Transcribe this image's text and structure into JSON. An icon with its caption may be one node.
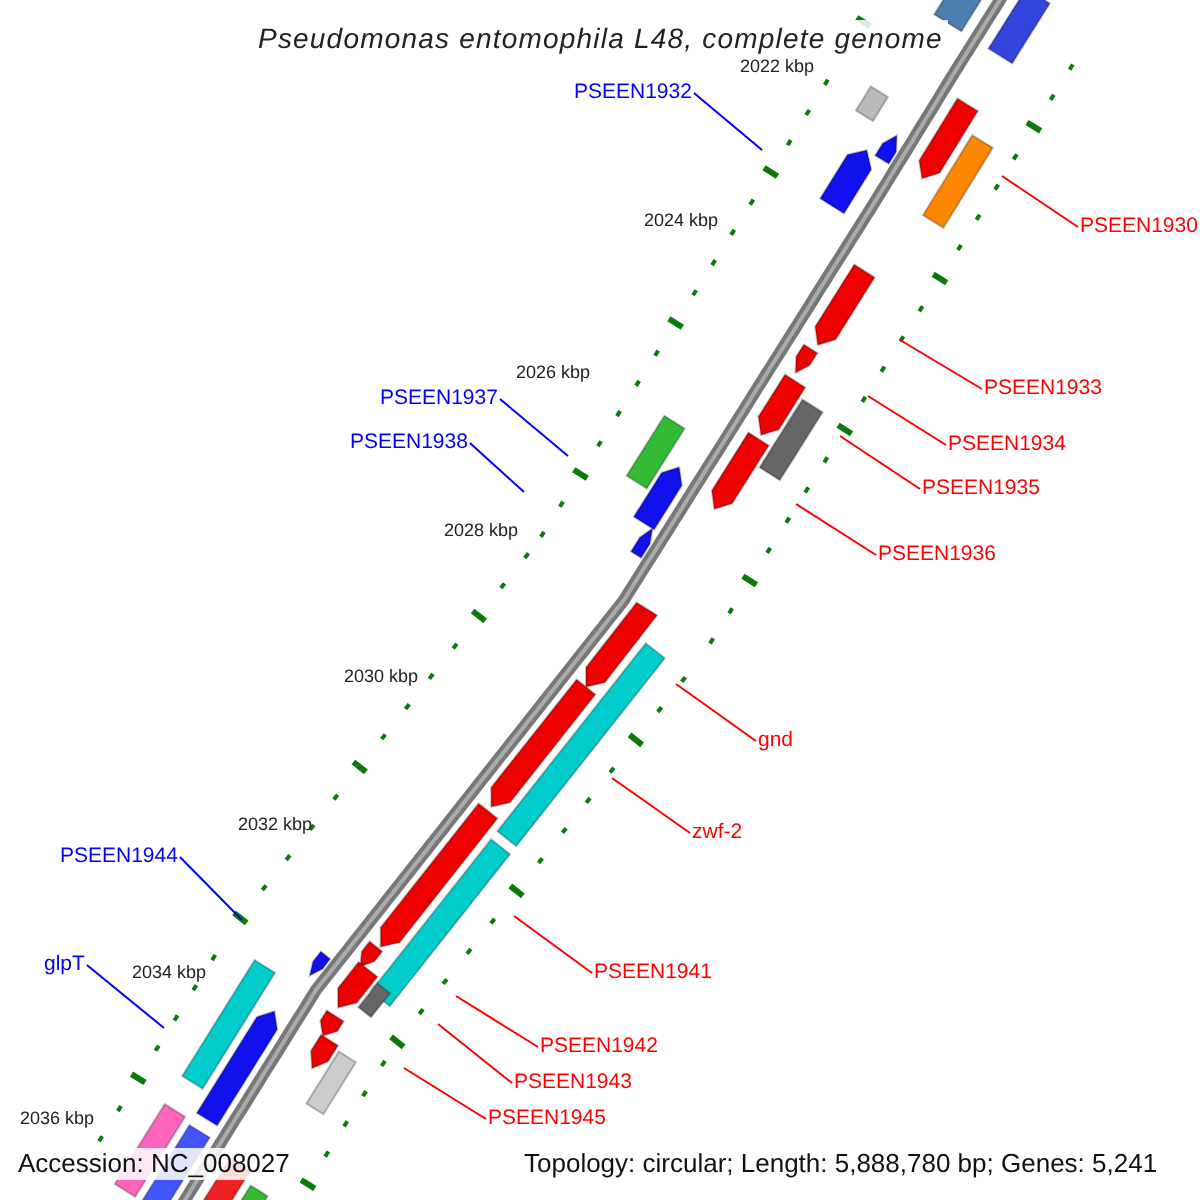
{
  "diagram": {
    "title": "Pseudomonas entomophila L48, complete genome",
    "nodes": [
      {
        "text": [
          "PSEEN1932"
        ]
      },
      {
        "text": [
          "PSEEN1930"
        ]
      },
      {
        "text": [
          "PSEEN1933"
        ]
      },
      {
        "text": [
          "PSEEN1937"
        ]
      },
      {
        "text": [
          "PSEEN1938"
        ]
      },
      {
        "text": [
          "PSEEN1934"
        ]
      },
      {
        "text": [
          "PSEEN1935"
        ]
      },
      {
        "text": [
          "PSEEN1936"
        ]
      },
      {
        "text": [
          "gnd"
        ]
      },
      {
        "text": [
          "zwf-2"
        ]
      },
      {
        "text": [
          "PSEEN1944"
        ]
      },
      {
        "text": [
          "glpT"
        ]
      },
      {
        "text": [
          "PSEEN1941"
        ]
      },
      {
        "text": [
          "PSEEN1942"
        ]
      },
      {
        "text": [
          "PSEEN1943"
        ]
      },
      {
        "text": [
          "PSEEN1945"
        ]
      }
    ],
    "edges": [
      {
        "from": 0,
        "to": null,
        "arrow": "none",
        "color": "#0000ff"
      },
      {
        "from": 1,
        "to": null,
        "arrow": "none"
      },
      {
        "from": 2,
        "to": null,
        "arrow": "none"
      },
      {
        "from": 3,
        "to": null,
        "arrow": "none",
        "color": "#0000ff"
      },
      {
        "from": 4,
        "to": null,
        "arrow": "none",
        "color": "#0000ff"
      },
      {
        "from": 5,
        "to": null,
        "arrow": "none"
      },
      {
        "from": 6,
        "to": null,
        "arrow": "none"
      },
      {
        "from": 7,
        "to": null,
        "arrow": "none"
      },
      {
        "from": 8,
        "to": null,
        "arrow": "none"
      },
      {
        "from": 9,
        "to": null,
        "arrow": "none"
      },
      {
        "from": 10,
        "to": null,
        "arrow": "none",
        "color": "#0000ff"
      },
      {
        "from": 11,
        "to": null,
        "arrow": "none",
        "color": "#0000ff"
      },
      {
        "from": 12,
        "to": null,
        "arrow": "none"
      },
      {
        "from": 13,
        "to": null,
        "arrow": "none"
      },
      {
        "from": 14,
        "to": null,
        "arrow": "none"
      },
      {
        "from": 15,
        "to": null,
        "arrow": "none"
      }
    ],
    "labels": [
      "2022 kbp",
      "2024 kbp",
      "2026 kbp",
      "2028 kbp",
      "2030 kbp",
      "2032 kbp",
      "2034 kbp",
      "2036 kbp",
      "Accession: NC_008027",
      "Topology: circular; Length: 5,888,780 bp; Genes: 5,241"
    ]
  }
}
